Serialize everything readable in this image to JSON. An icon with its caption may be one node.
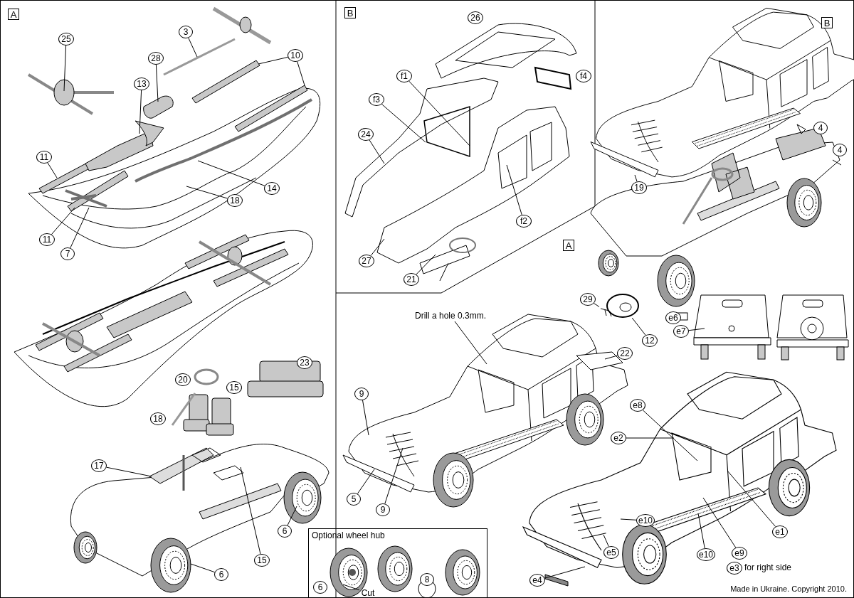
{
  "diagram": {
    "nodes": [
      {
        "text": [
          "A"
        ]
      },
      {
        "text": [
          "25"
        ]
      },
      {
        "text": [
          "3"
        ]
      },
      {
        "text": [
          "28"
        ]
      },
      {
        "text": [
          "13"
        ]
      },
      {
        "text": [
          "10"
        ]
      },
      {
        "text": [
          "11"
        ]
      },
      {
        "text": [
          "14"
        ]
      },
      {
        "text": [
          "18"
        ]
      },
      {
        "text": [
          "11"
        ]
      },
      {
        "text": [
          "7"
        ]
      },
      {
        "text": [
          "23"
        ]
      },
      {
        "text": [
          "20"
        ]
      },
      {
        "text": [
          "15"
        ]
      },
      {
        "text": [
          "18"
        ]
      },
      {
        "text": [
          "17"
        ]
      },
      {
        "text": [
          "6"
        ]
      },
      {
        "text": [
          "15"
        ]
      },
      {
        "text": [
          "6"
        ]
      },
      {
        "text": [
          "Optional wheel hub"
        ]
      },
      {
        "text": [
          "6"
        ],
        "in": 19
      },
      {
        "text": [
          "8"
        ],
        "in": 19
      },
      {
        "text": [
          "Cut"
        ],
        "in": 19
      },
      {
        "text": [
          "B"
        ]
      },
      {
        "text": [
          "26"
        ]
      },
      {
        "text": [
          "f1"
        ]
      },
      {
        "text": [
          "f4"
        ]
      },
      {
        "text": [
          "f3"
        ]
      },
      {
        "text": [
          "24"
        ]
      },
      {
        "text": [
          "f2"
        ]
      },
      {
        "text": [
          "27"
        ]
      },
      {
        "text": [
          "21"
        ]
      },
      {
        "text": [
          "B"
        ]
      },
      {
        "text": [
          "4"
        ]
      },
      {
        "text": [
          "4"
        ]
      },
      {
        "text": [
          "19"
        ]
      },
      {
        "text": [
          "A"
        ]
      },
      {
        "text": [
          "29"
        ]
      },
      {
        "text": [
          "12"
        ]
      },
      {
        "text": [
          "e6"
        ]
      },
      {
        "text": [
          "e7"
        ]
      },
      {
        "text": [
          "22"
        ]
      },
      {
        "text": [
          "Drill a hole 0.3mm."
        ]
      },
      {
        "text": [
          "9"
        ]
      },
      {
        "text": [
          "5"
        ]
      },
      {
        "text": [
          "9"
        ]
      },
      {
        "text": [
          "e8"
        ]
      },
      {
        "text": [
          "e2"
        ]
      },
      {
        "text": [
          "e10"
        ]
      },
      {
        "text": [
          "e5"
        ]
      },
      {
        "text": [
          "e10"
        ]
      },
      {
        "text": [
          "e9"
        ]
      },
      {
        "text": [
          "e1"
        ]
      },
      {
        "text": [
          "e3"
        ],
        "beside": [
          "for right side"
        ]
      },
      {
        "text": [
          "e4"
        ]
      },
      {
        "text": [],
        "shape": "picture"
      },
      {
        "text": [],
        "shape": "picture"
      }
    ],
    "edges": [
      {
        "from": 1,
        "to": null,
        "arrow": "none"
      },
      {
        "from": 2,
        "to": null,
        "arrow": "none"
      },
      {
        "from": 3,
        "to": null,
        "arrow": "none"
      },
      {
        "from": 4,
        "to": null,
        "arrow": "none"
      },
      {
        "from": 5,
        "to": null,
        "arrow": "none"
      },
      {
        "from": 5,
        "to": null,
        "arrow": "none"
      },
      {
        "from": 6,
        "to": null,
        "arrow": "none"
      },
      {
        "from": 7,
        "to": null,
        "arrow": "none"
      },
      {
        "from": 8,
        "to": null,
        "arrow": "none"
      },
      {
        "from": 9,
        "to": null,
        "arrow": "none"
      },
      {
        "from": 10,
        "to": null,
        "arrow": "none"
      },
      {
        "from": 15,
        "to": null,
        "arrow": "none"
      },
      {
        "from": 16,
        "to": null,
        "arrow": "none"
      },
      {
        "from": 17,
        "to": null,
        "arrow": "none"
      },
      {
        "from": 18,
        "to": null,
        "arrow": "none"
      },
      {
        "from": 22,
        "to": null,
        "arrow": "none"
      },
      {
        "from": 25,
        "to": null,
        "arrow": "none"
      },
      {
        "from": 27,
        "to": null,
        "arrow": "none"
      },
      {
        "from": 28,
        "to": null,
        "arrow": "none"
      },
      {
        "from": 29,
        "to": null,
        "arrow": "none"
      },
      {
        "from": 30,
        "to": null,
        "arrow": "none"
      },
      {
        "from": 31,
        "to": null,
        "arrow": "none"
      },
      {
        "from": 35,
        "to": null,
        "arrow": "none"
      },
      {
        "from": 37,
        "to": 55,
        "arrow": "none"
      },
      {
        "from": 38,
        "to": 56,
        "arrow": "none"
      },
      {
        "from": 40,
        "to": null,
        "arrow": "none"
      },
      {
        "from": 41,
        "to": null,
        "arrow": "none"
      },
      {
        "from": 42,
        "to": null,
        "arrow": "none"
      },
      {
        "from": 43,
        "to": null,
        "arrow": "none"
      },
      {
        "from": 44,
        "to": null,
        "arrow": "none"
      },
      {
        "from": 45,
        "to": null,
        "arrow": "none"
      },
      {
        "from": 46,
        "to": null,
        "arrow": "none"
      },
      {
        "from": 47,
        "to": null,
        "arrow": "none"
      },
      {
        "from": 48,
        "to": null,
        "arrow": "none"
      },
      {
        "from": 49,
        "to": null,
        "arrow": "none"
      },
      {
        "from": 50,
        "to": null,
        "arrow": "none"
      },
      {
        "from": 51,
        "to": null,
        "arrow": "none"
      },
      {
        "from": 52,
        "to": null,
        "arrow": "none"
      },
      {
        "from": 54,
        "to": null,
        "arrow": "none"
      }
    ],
    "labels": [
      "Made in Ukraine. Copyright 2010."
    ]
  }
}
